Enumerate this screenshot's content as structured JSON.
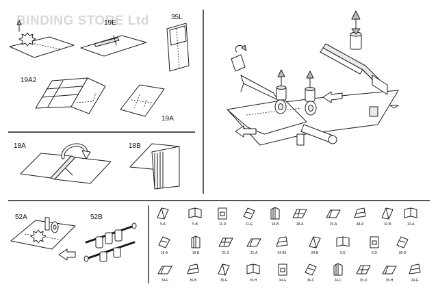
{
  "watermark": "BINDING STORE Ltd",
  "top_left": {
    "labels": [
      "19E",
      "35L",
      "19A2",
      "19A",
      "18A",
      "18B"
    ]
  },
  "bottom_left": {
    "labels": [
      "52A",
      "52B"
    ]
  },
  "folds": {
    "row1": [
      "5-A",
      "5-B",
      "11-D",
      "11-E",
      "18-B",
      "28-A",
      "29-A",
      "48-A",
      "10-B",
      "10-A"
    ],
    "row2": [
      "19-A",
      "19-B",
      "21-C",
      "21-A",
      "24-B1",
      "24-B",
      "5-E",
      "5-D",
      "35-D"
    ],
    "row3": [
      "34-F",
      "35-B",
      "35-E",
      "35-H",
      "34-G",
      "36-C",
      "24-C",
      "35-D",
      "35-H",
      "24-G"
    ]
  }
}
